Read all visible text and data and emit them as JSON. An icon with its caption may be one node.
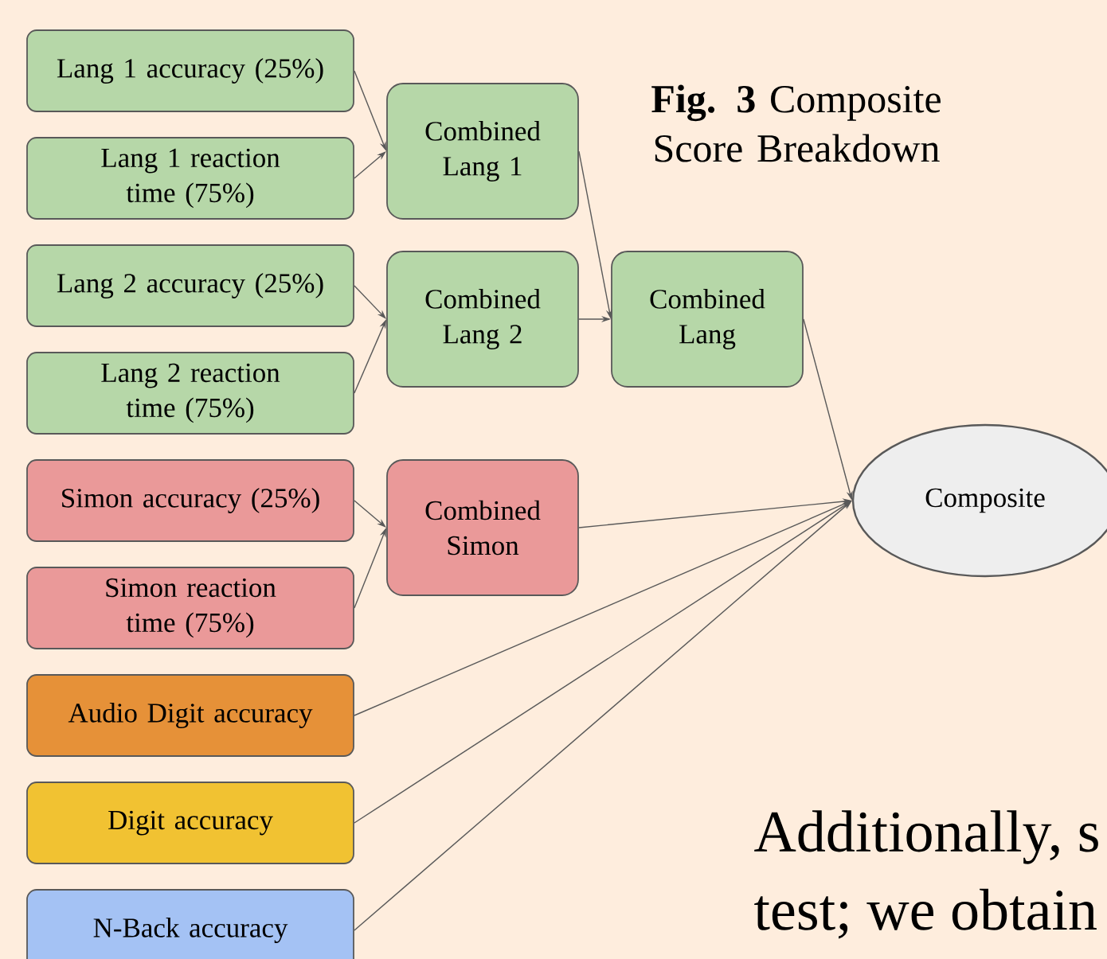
{
  "diagram": {
    "title": "**Fig. 3** Composite Score Breakdown",
    "nodes": [
      {
        "text": [
          "Lang 1 accuracy (25%)"
        ]
      },
      {
        "text": [
          "Lang 1 reaction time (75%)"
        ]
      },
      {
        "text": [
          "Lang 2 accuracy (25%)"
        ]
      },
      {
        "text": [
          "Lang 2 reaction time (75%)"
        ]
      },
      {
        "text": [
          "Simon accuracy (25%)"
        ]
      },
      {
        "text": [
          "Simon reaction time (75%)"
        ]
      },
      {
        "text": [
          "Audio Digit accuracy"
        ]
      },
      {
        "text": [
          "Digit accuracy"
        ]
      },
      {
        "text": [
          "N-Back accuracy"
        ]
      },
      {
        "text": [
          "Combined Lang 1"
        ]
      },
      {
        "text": [
          "Combined Lang 2"
        ]
      },
      {
        "text": [
          "Combined Simon"
        ]
      },
      {
        "text": [
          "Combined Lang"
        ]
      },
      {
        "text": [
          "Composite"
        ]
      }
    ],
    "edges": [
      {
        "from": 0,
        "to": 9,
        "arrow": "to"
      },
      {
        "from": 1,
        "to": 9,
        "arrow": "to"
      },
      {
        "from": 2,
        "to": 10,
        "arrow": "to"
      },
      {
        "from": 3,
        "to": 10,
        "arrow": "to"
      },
      {
        "from": 4,
        "to": 11,
        "arrow": "to"
      },
      {
        "from": 5,
        "to": 11,
        "arrow": "to"
      },
      {
        "from": 9,
        "to": 12,
        "arrow": "to"
      },
      {
        "from": 10,
        "to": 12,
        "arrow": "to"
      },
      {
        "from": 12,
        "to": 13,
        "arrow": "to"
      },
      {
        "from": 11,
        "to": 13,
        "arrow": "to"
      },
      {
        "from": 6,
        "to": 13,
        "arrow": "to"
      },
      {
        "from": 7,
        "to": 13,
        "arrow": "to"
      },
      {
        "from": 8,
        "to": 13,
        "arrow": "to"
      }
    ],
    "labels": [
      "Additionally, s",
      "test; we obtain"
    ]
  }
}
